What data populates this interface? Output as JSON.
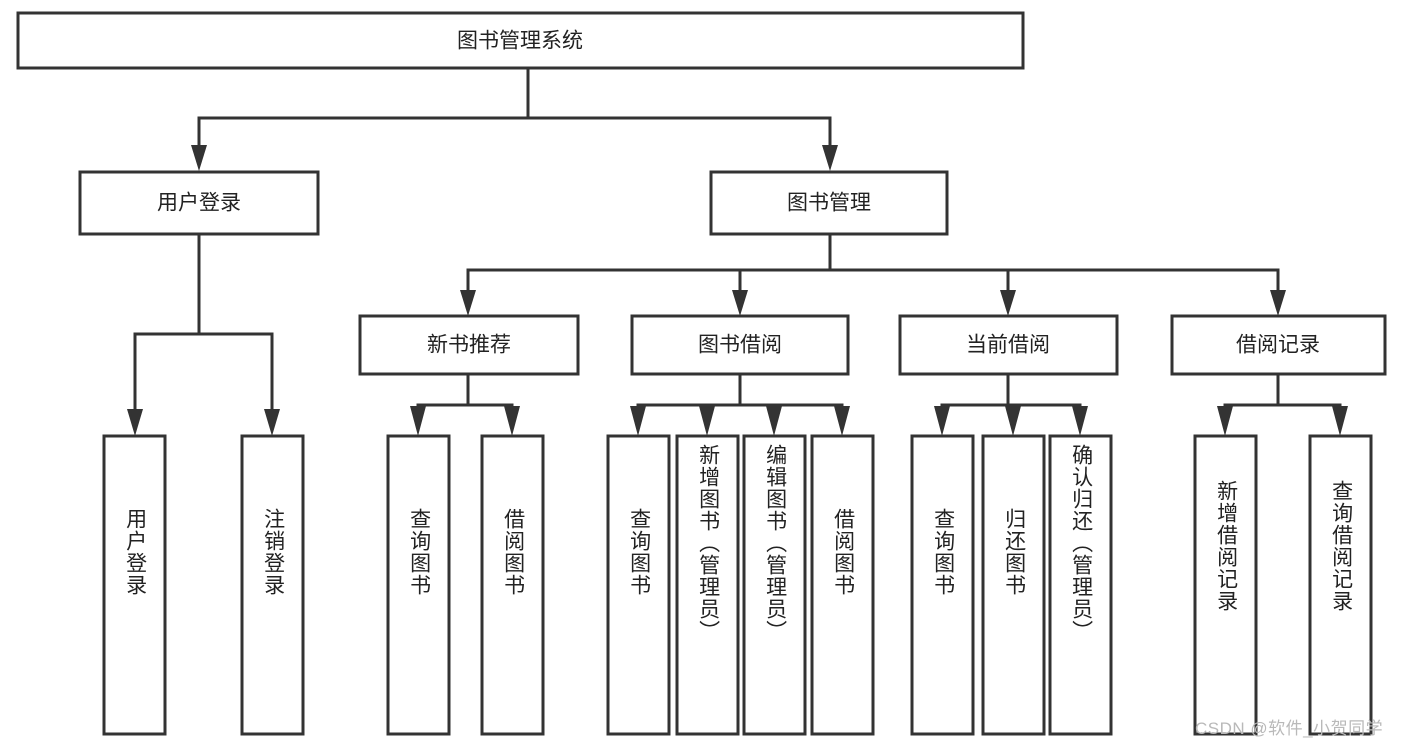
{
  "diagram": {
    "type": "tree-hierarchy-chart",
    "title": "图书管理系统",
    "watermark": "CSDN @软件_小贺同学",
    "colors": {
      "box_stroke": "#333333",
      "box_fill": "#ffffff",
      "text": "#222222",
      "background": "#ffffff",
      "watermark": "#b9b9b9"
    },
    "root": {
      "label": "图书管理系统"
    },
    "level1": [
      {
        "label": "用户登录"
      },
      {
        "label": "图书管理"
      }
    ],
    "level2": [
      {
        "label": "新书推荐"
      },
      {
        "label": "图书借阅"
      },
      {
        "label": "当前借阅"
      },
      {
        "label": "借阅记录"
      }
    ],
    "leaves": {
      "user_login": [
        {
          "label": "用户登录"
        },
        {
          "label": "注销登录"
        }
      ],
      "new_book_recommend": [
        {
          "label": "查询图书"
        },
        {
          "label": "借阅图书"
        }
      ],
      "book_borrow": [
        {
          "label": "查询图书"
        },
        {
          "label": "新增图书（管理员）"
        },
        {
          "label": "编辑图书（管理员）"
        },
        {
          "label": "借阅图书"
        }
      ],
      "current_borrow": [
        {
          "label": "查询图书"
        },
        {
          "label": "归还图书"
        },
        {
          "label": "确认归还（管理员）"
        }
      ],
      "borrow_record": [
        {
          "label": "新增借阅记录"
        },
        {
          "label": "查询借阅记录"
        }
      ]
    }
  }
}
